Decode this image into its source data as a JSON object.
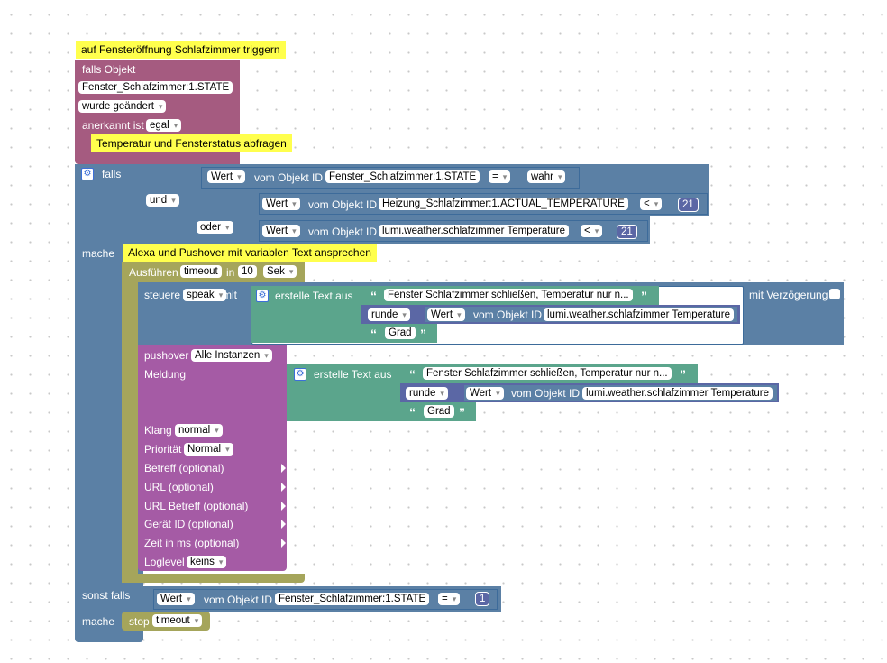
{
  "colors": {
    "trigger": "#a55b80",
    "logic": "#5b80a5",
    "value": "#5ba58c",
    "math": "#5b67a5",
    "timer": "#a5a55b",
    "comment": "#ffff4d",
    "pushover": "#a55ba5"
  },
  "trigger": {
    "comment": "auf Fensteröffnung Schlafzimmer triggern",
    "label_if": "falls Objekt",
    "object_id": "Fenster_Schlafzimmer:1.STATE",
    "change": "wurde geändert",
    "ack_label": "anerkannt ist",
    "ack_value": "egal"
  },
  "if_comment": "Temperatur und Fensterstatus abfragen",
  "if_block": {
    "falls": "falls",
    "und": "und",
    "oder": "oder",
    "mache": "mache",
    "sonst_falls": "sonst falls",
    "mache2": "mache",
    "cond1": {
      "field": "Wert",
      "label": "vom Objekt ID",
      "id": "Fenster_Schlafzimmer:1.STATE",
      "op": "=",
      "value": "wahr"
    },
    "cond2": {
      "field": "Wert",
      "label": "vom Objekt ID",
      "id": "Heizung_Schlafzimmer:1.ACTUAL_TEMPERATURE",
      "op": "<",
      "value": "21"
    },
    "cond3": {
      "field": "Wert",
      "label": "vom Objekt ID",
      "id": "lumi.weather.schlafzimmer Temperature",
      "op": "<",
      "value": "21"
    },
    "cond4": {
      "field": "Wert",
      "label": "vom Objekt ID",
      "id": "Fenster_Schlafzimmer:1.STATE",
      "op": "=",
      "value": "1"
    }
  },
  "alexa_comment": "Alexa und Pushover mit variablen Text ansprechen",
  "timeout_block": {
    "label": "Ausführen",
    "name": "timeout",
    "in": "in",
    "value": "10",
    "unit": "Sek"
  },
  "alexa": {
    "label": "steuere",
    "mode": "speak",
    "mit": "mit",
    "delay_label": "mit Verzögerung",
    "text_label": "erstelle Text aus",
    "text1": "Fenster Schlafzimmer schließen, Temperatur nur n...",
    "round": "runde",
    "field": "Wert",
    "obj_label": "vom Objekt ID",
    "obj_id": "lumi.weather.schlafzimmer Temperature",
    "text2": "Grad"
  },
  "pushover": {
    "label": "pushover",
    "instance": "Alle Instanzen",
    "message": "Meldung",
    "text_label": "erstelle Text aus",
    "text1": "Fenster Schlafzimmer schließen, Temperatur nur n...",
    "round": "runde",
    "field": "Wert",
    "obj_label": "vom Objekt ID",
    "obj_id": "lumi.weather.schlafzimmer Temperature",
    "text2": "Grad",
    "sound_label": "Klang",
    "sound": "normal",
    "priority_label": "Priorität",
    "priority": "Normal",
    "subject": "Betreff (optional)",
    "url": "URL (optional)",
    "url_subject": "URL Betreff (optional)",
    "device": "Gerät ID (optional)",
    "time": "Zeit in ms (optional)",
    "loglevel_label": "Loglevel",
    "loglevel": "keins"
  },
  "stop": {
    "label": "stop",
    "name": "timeout"
  },
  "gear_icon": "gear-icon",
  "quote_open": "“",
  "quote_close": "”"
}
